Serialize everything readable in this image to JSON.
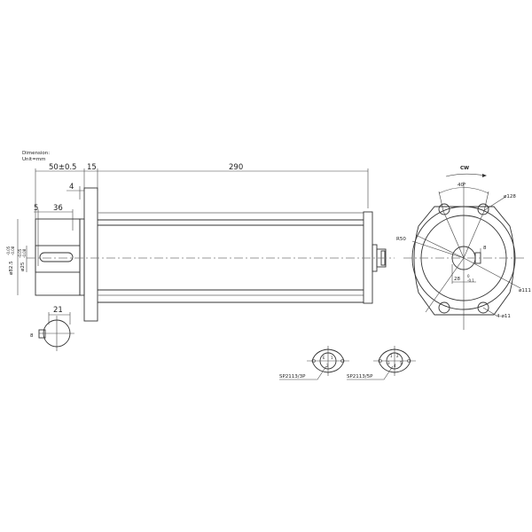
{
  "title_block": {
    "line1": "Dimension:",
    "line2": "Unit=mm"
  },
  "side_view": {
    "dims": {
      "shaft_length": "50±0.5",
      "flange_thickness": "15",
      "body_length": "290",
      "pilot_depth": "4",
      "key_offset": "5",
      "key_length": "36",
      "pilot_diameter": "ø82.5",
      "pilot_tol_upper": "-0.05",
      "pilot_tol_lower": "-0.08",
      "shaft_diameter": "ø25",
      "shaft_tol_upper": "-0.05",
      "shaft_tol_lower": "-0.08"
    }
  },
  "shaft_section": {
    "width": "21",
    "key_width": "8"
  },
  "end_view": {
    "rotation": "CW",
    "angle": "40°",
    "bolt_circle": "ø128",
    "radius": "R50",
    "outer_diameter": "ø111",
    "holes": "4-ø11",
    "key_dim": "8",
    "shaft_dim": "28",
    "shaft_tol_upper": "0",
    "shaft_tol_lower": "-0.1"
  },
  "connectors": [
    {
      "label": "SP2113/3P",
      "pins": [
        "E",
        "1",
        "2"
      ]
    },
    {
      "label": "SP2113/5P",
      "pins": [
        "1",
        "2",
        "3",
        "4",
        "5"
      ]
    }
  ]
}
